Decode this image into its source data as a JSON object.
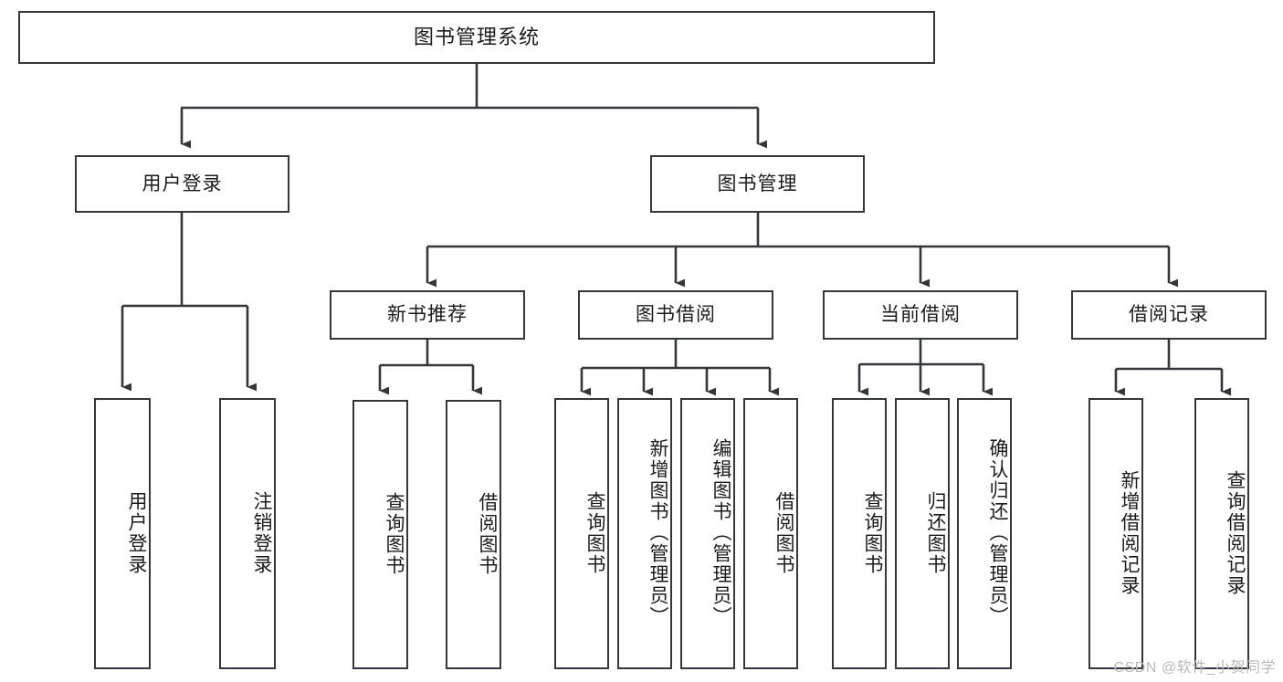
{
  "diagram": {
    "title": "图书管理系统",
    "watermark": "CSDN @软件_小贺同学",
    "line_color": "#33363b",
    "box_fill": "#ffffff",
    "text_color": "#1b1b1b",
    "watermark_color": "#b9b9bb"
  },
  "nodes": {
    "root": {
      "label": "图书管理系统"
    },
    "level2": [
      {
        "label": "用户登录"
      },
      {
        "label": "图书管理"
      }
    ],
    "level3": [
      {
        "label": "新书推荐"
      },
      {
        "label": "图书借阅"
      },
      {
        "label": "当前借阅"
      },
      {
        "label": "借阅记录"
      }
    ],
    "leaves": {
      "user_login": [
        {
          "label": "用户登录"
        },
        {
          "label": "注销登录"
        }
      ],
      "new_book": [
        {
          "label": "查询图书"
        },
        {
          "label": "借阅图书"
        }
      ],
      "borrow_book": [
        {
          "label": "查询图书"
        },
        {
          "label": "新增图书（管理员）"
        },
        {
          "label": "编辑图书（管理员）"
        },
        {
          "label": "借阅图书"
        }
      ],
      "current_borrow": [
        {
          "label": "查询图书"
        },
        {
          "label": "归还图书"
        },
        {
          "label": "确认归还（管理员）"
        }
      ],
      "borrow_record": [
        {
          "label": "新增借阅记录"
        },
        {
          "label": "查询借阅记录"
        }
      ]
    }
  }
}
